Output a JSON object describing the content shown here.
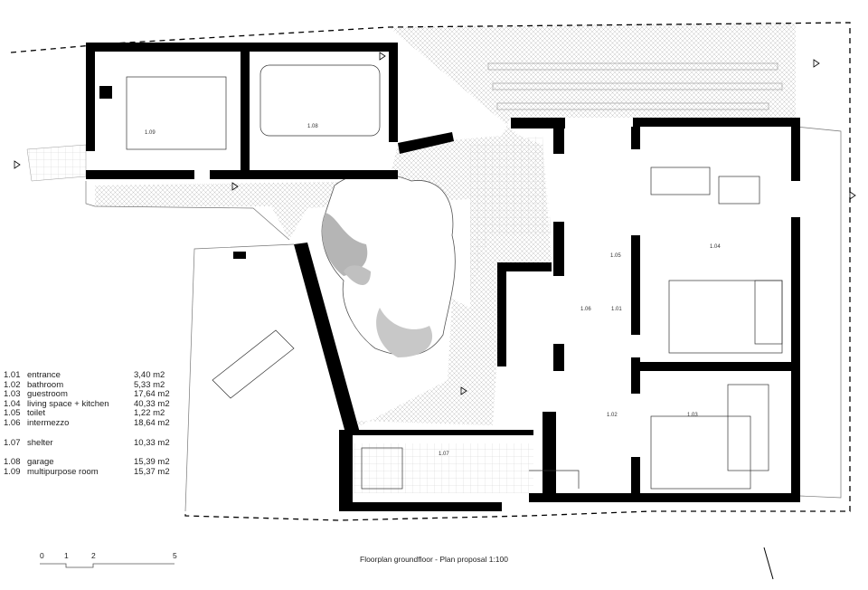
{
  "legend": [
    {
      "num": "1.01",
      "name": "entrance",
      "area": "3,40 m2"
    },
    {
      "num": "1.02",
      "name": "bathroom",
      "area": "5,33 m2"
    },
    {
      "num": "1.03",
      "name": "guestroom",
      "area": "17,64 m2"
    },
    {
      "num": "1.04",
      "name": "living space + kitchen",
      "area": "40,33 m2"
    },
    {
      "num": "1.05",
      "name": "toilet",
      "area": "1,22 m2"
    },
    {
      "num": "1.06",
      "name": "intermezzo",
      "area": "18,64 m2"
    },
    {
      "num": "1.07",
      "name": "shelter",
      "area": "10,33 m2"
    },
    {
      "num": "1.08",
      "name": "garage",
      "area": "15,39 m2"
    },
    {
      "num": "1.09",
      "name": "multipurpose room",
      "area": "15,37 m2"
    }
  ],
  "scale": {
    "labels": [
      "0",
      "1",
      "2",
      "5"
    ]
  },
  "caption": "Floorplan groundfloor - Plan proposal 1:100",
  "rooms": [
    "1.09",
    "1.08",
    "1.04",
    "1.05",
    "1.06",
    "1.01",
    "1.02",
    "1.03",
    "1.07"
  ],
  "colors": {
    "wall": "#000000",
    "hatch": "#bbbbbb",
    "tree": "#b5b5b5"
  }
}
